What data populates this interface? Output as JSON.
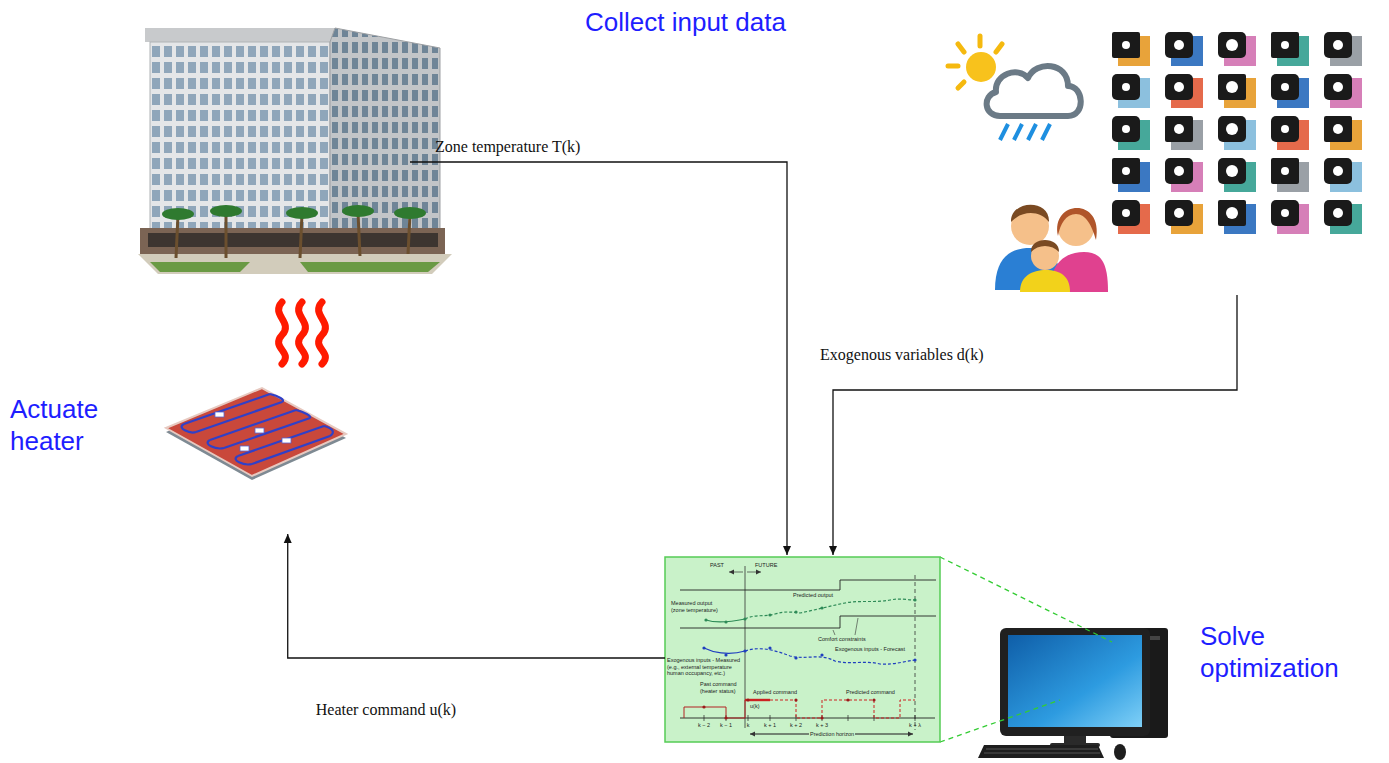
{
  "diagram": {
    "nodes": [
      {
        "text": [
          "Actuate heater"
        ]
      },
      {
        "text": [
          "PAST",
          "FUTURE",
          "Predicted output",
          "Measured output (zone temperature)",
          "Comfort constraints",
          "Exogenous inputs - Forecast",
          "Exogenous inputs - Measured (e.g., external temperature human occupancy, etc.)",
          "Past command (heater status)",
          "Applied command",
          "u(k)",
          "Predicted command",
          "k − 2",
          "k − 1",
          "k",
          "k + 1",
          "k + 2",
          "k + 3",
          "k + λ",
          "Prediction horizon"
        ]
      },
      {
        "text": [
          "Solve optimization"
        ]
      }
    ],
    "edges": [
      {
        "from": 1,
        "to": 0,
        "arrow": "to",
        "label": "Heater command u(k)"
      }
    ],
    "labels": [
      "Collect input data",
      "Zone temperature T(k)",
      "Exogenous variables d(k)"
    ]
  }
}
